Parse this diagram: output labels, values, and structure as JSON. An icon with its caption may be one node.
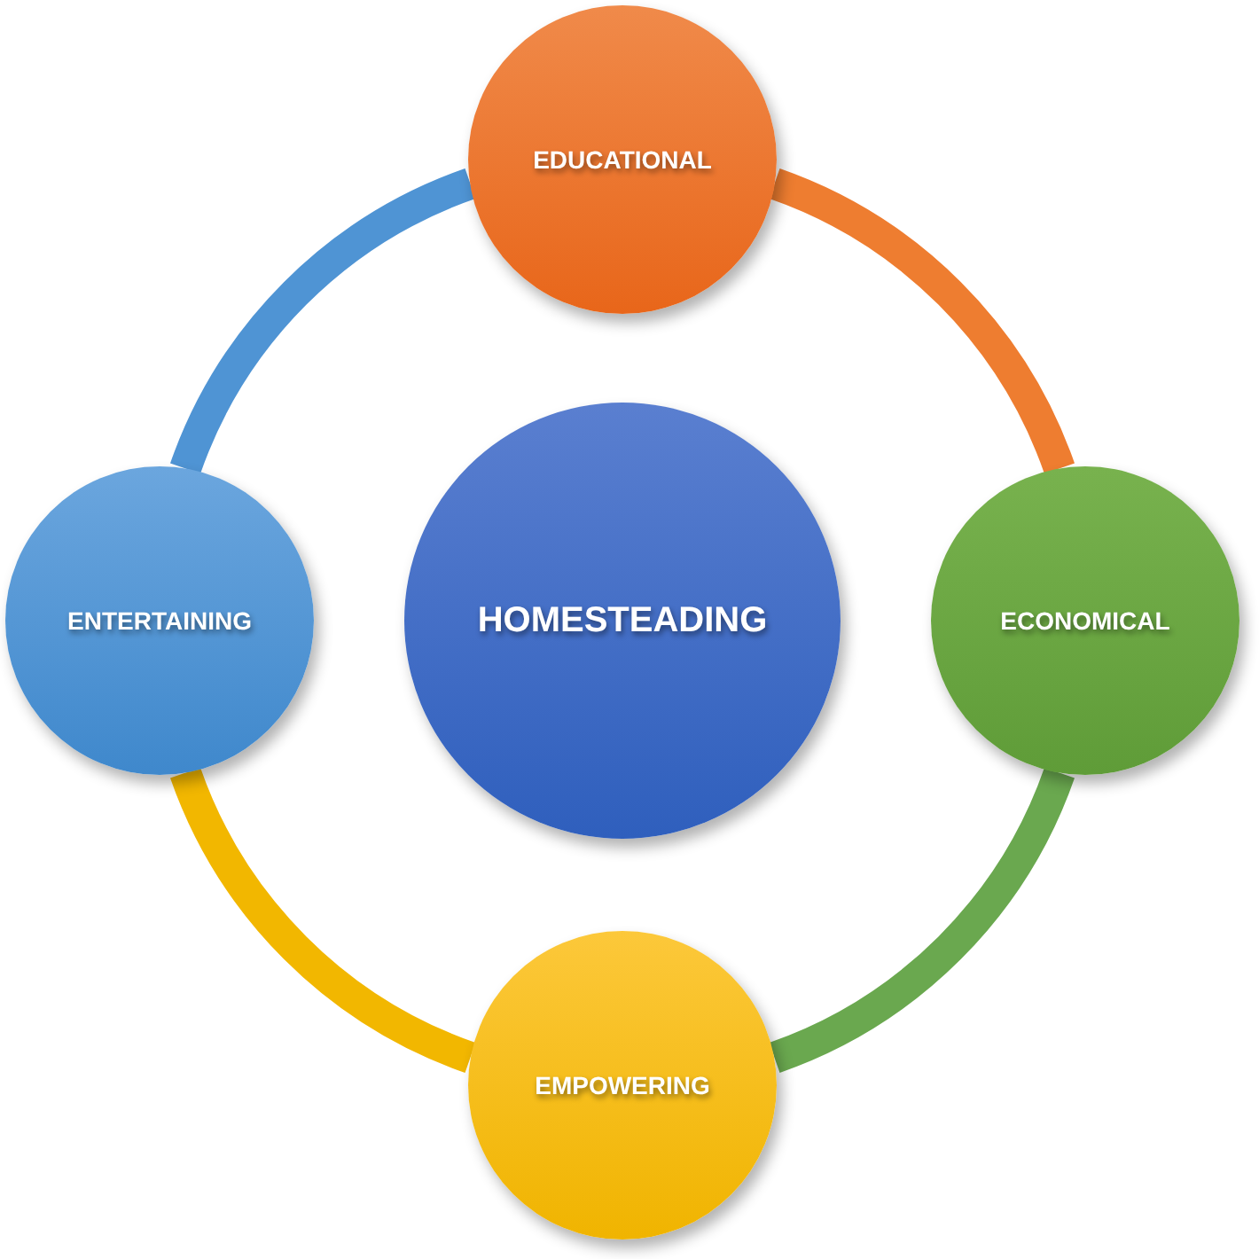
{
  "diagram": {
    "nodes": [
      {
        "text": [
          "EDUCATIONAL"
        ]
      },
      {
        "text": [
          "ENTERTAINING"
        ]
      },
      {
        "text": [
          "HOMESTEADING"
        ]
      },
      {
        "text": [
          "ECONOMICAL"
        ]
      },
      {
        "text": [
          "EMPOWERING"
        ]
      }
    ],
    "edges": [
      {
        "from": 0,
        "to": 3,
        "arrow": "none",
        "color": "#ee7d30"
      },
      {
        "from": 3,
        "to": 4,
        "arrow": "none",
        "color": "#6aa84f"
      },
      {
        "from": 4,
        "to": 1,
        "arrow": "none",
        "color": "#f2b700"
      },
      {
        "from": 1,
        "to": 0,
        "arrow": "none",
        "color": "#4f94d4"
      }
    ]
  }
}
